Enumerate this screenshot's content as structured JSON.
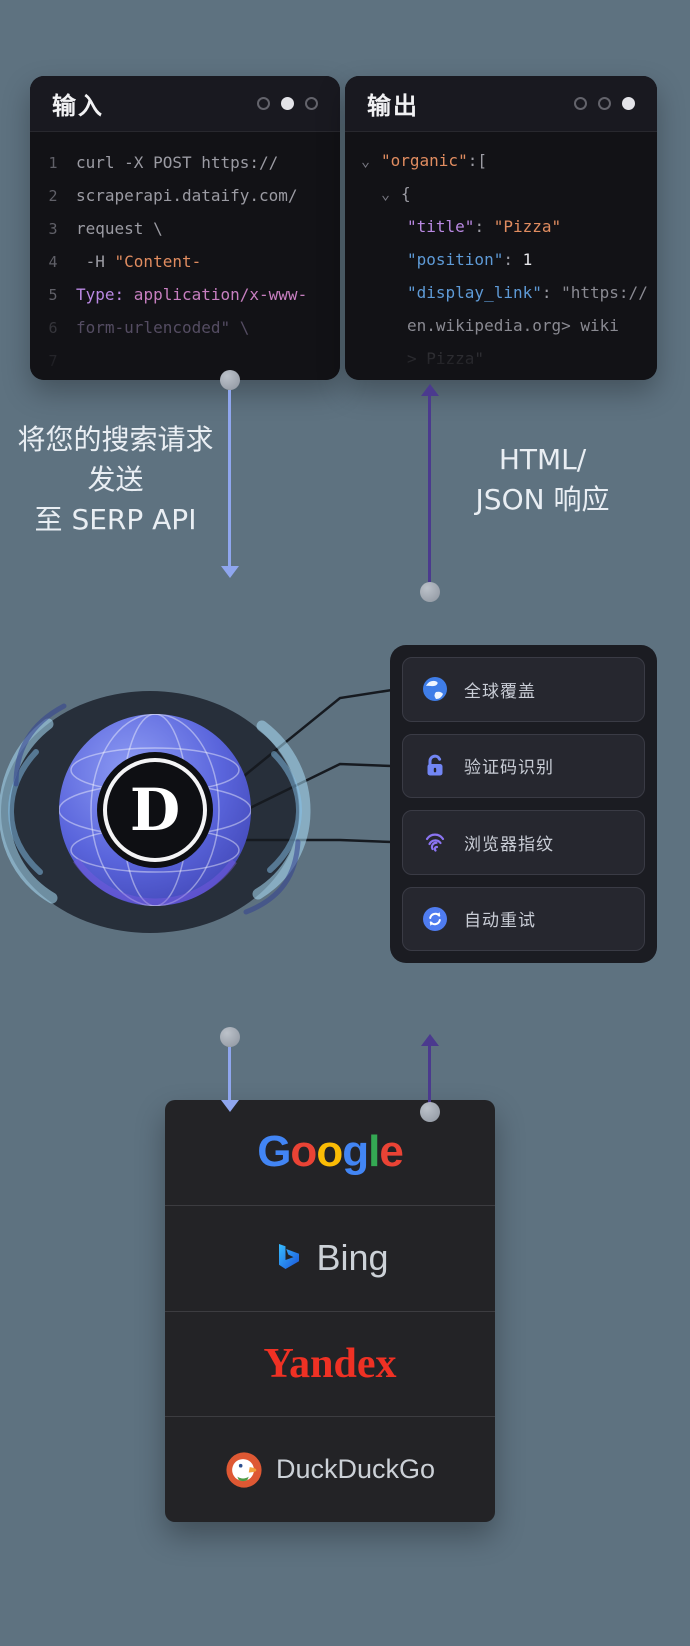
{
  "colors": {
    "background": "#5e7280",
    "card_background": "#121216",
    "arrow_blue": "#8fa6ee",
    "arrow_purple": "#4b3a8e",
    "code_string_orange": "#e08c60",
    "code_key_purple": "#b988e2",
    "code_key_blue": "#5e9ad6",
    "yandex_red": "#ef3124"
  },
  "icons": {
    "chevron": "⌄"
  },
  "logo": {
    "letter": "D"
  },
  "input_card": {
    "title": "输入",
    "lines": [
      {
        "num": "1",
        "text": "curl -X POST https://"
      },
      {
        "num": "2",
        "text": "scraperapi.dataify.com/"
      },
      {
        "num": "3",
        "text": "request \\"
      },
      {
        "num": "4",
        "text1": " -H ",
        "text2": "\"Content-"
      },
      {
        "num": "5",
        "text1": "Type:",
        "text2": " application/x-www-"
      },
      {
        "num": "6",
        "text": "form-urlencoded\" \\"
      },
      {
        "num": "7"
      }
    ]
  },
  "output_card": {
    "title": "输出",
    "rows": [
      {
        "k": "\"organic\"",
        "sep": ":["
      },
      {
        "brace": "{"
      },
      {
        "k": "\"title\"",
        "sep": ": ",
        "v": "\"Pizza\""
      },
      {
        "k": "\"position\"",
        "sep": ": ",
        "v": "1"
      },
      {
        "k": "\"display_link\"",
        "sep": ": ",
        "v": "\"https://"
      },
      {
        "cont": "en.wikipedia.org> wiki"
      },
      {
        "cont": "> Pizza\""
      }
    ]
  },
  "left_caption": {
    "line1": "将您的搜索请求",
    "line2": "发送",
    "line3": "至 SERP API"
  },
  "right_caption": {
    "line1": "HTML/",
    "line2": "JSON 响应"
  },
  "features": [
    {
      "label": "全球覆盖"
    },
    {
      "label": "验证码识别"
    },
    {
      "label": "浏览器指纹"
    },
    {
      "label": "自动重试"
    }
  ],
  "engines": {
    "google": {
      "l0": "G",
      "l1": "o",
      "l2": "o",
      "l3": "g",
      "l4": "l",
      "l5": "e",
      "c0": "#4285F4",
      "c1": "#EA4335",
      "c2": "#FBBC05",
      "c3": "#4285F4",
      "c4": "#34A853",
      "c5": "#EA4335"
    },
    "bing": {
      "label": "Bing"
    },
    "yandex": {
      "label": "Yandex",
      "color": "#ef3124"
    },
    "duckduckgo": {
      "label": "DuckDuckGo"
    }
  }
}
